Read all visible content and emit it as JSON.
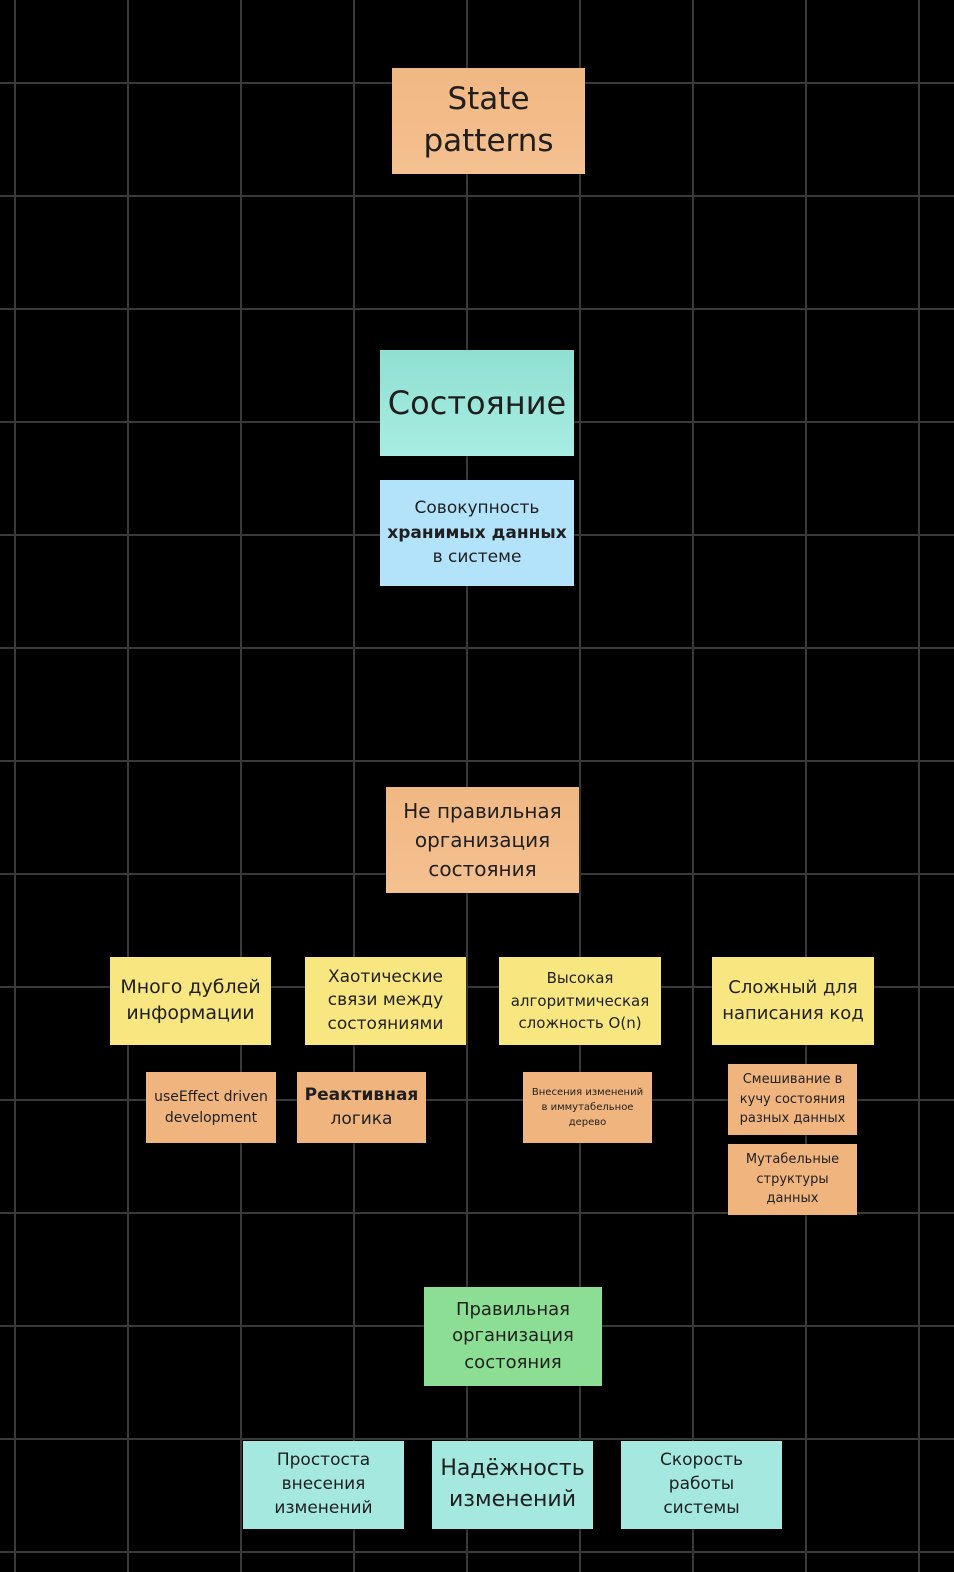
{
  "title": {
    "line1": "State",
    "line2": "patterns"
  },
  "state": {
    "title": "Состояние",
    "definition": {
      "pre": "Совокупность",
      "bold": "хранимых данных",
      "post": "в системе"
    }
  },
  "wrong": {
    "title": "Не правильная организация состояния",
    "problems": [
      {
        "label": "Много дублей информации"
      },
      {
        "label": "Хаотические связи между состояниями"
      },
      {
        "label": "Высокая алгоритмическая сложность O(n)"
      },
      {
        "label": "Сложный для написания код"
      }
    ],
    "causes": {
      "use_effect": "useEffect driven development",
      "reactive": {
        "bold": "Реактивная",
        "rest": "логика"
      },
      "immutable": "Внесения изменений в иммутабельное дерево",
      "mixing": "Смешивание в кучу состояния разных данных",
      "mutable": "Мутабельные структуры данных"
    }
  },
  "right": {
    "title": "Правильная организация состояния",
    "benefits": [
      {
        "label": "Простоста внесения изменений"
      },
      {
        "label": "Надёжность изменений"
      },
      {
        "label": "Скорость работы системы"
      }
    ]
  }
}
